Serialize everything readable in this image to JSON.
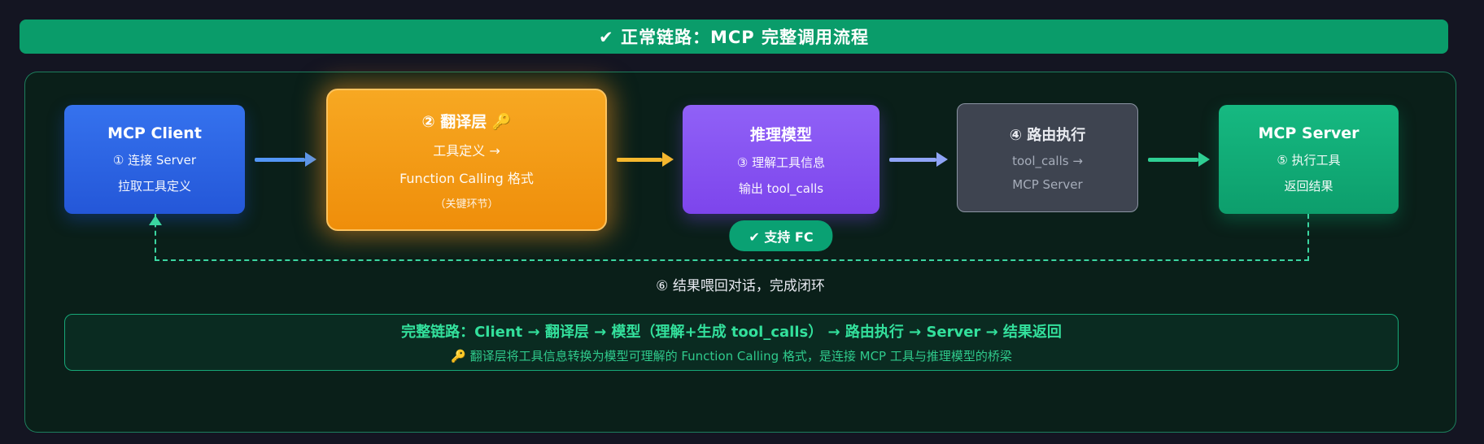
{
  "header": {
    "title": "✔ 正常链路：MCP 完整调用流程"
  },
  "flow": {
    "nodes": [
      {
        "id": "mcp-client",
        "title": "MCP Client",
        "lines": [
          "① 连接 Server",
          "拉取工具定义"
        ],
        "color": "#2d63e4"
      },
      {
        "id": "translation-layer",
        "title": "② 翻译层 🔑",
        "lines": [
          "工具定义 →",
          "Function Calling 格式"
        ],
        "note": "（关键环节）",
        "color": "#f29a16"
      },
      {
        "id": "inference-model",
        "title": "推理模型",
        "lines": [
          "③ 理解工具信息",
          "输出 tool_calls"
        ],
        "color": "#8653f1"
      },
      {
        "id": "routing-execution",
        "title": "④ 路由执行",
        "lines": [
          "tool_calls →",
          "MCP Server"
        ],
        "color": "#3e4450"
      },
      {
        "id": "mcp-server",
        "title": "MCP Server",
        "lines": [
          "⑤ 执行工具",
          "返回结果"
        ],
        "color": "#11ab76"
      }
    ],
    "arrows": [
      {
        "from": "mcp-client",
        "to": "translation-layer",
        "color": "#5396f5"
      },
      {
        "from": "translation-layer",
        "to": "inference-model",
        "color": "#f5b82e"
      },
      {
        "from": "inference-model",
        "to": "routing-execution",
        "color": "#8fa4f6"
      },
      {
        "from": "routing-execution",
        "to": "mcp-server",
        "color": "#2fcf94"
      }
    ],
    "fc_badge": "✔ 支持 FC",
    "feedback": {
      "label": "⑥ 结果喂回对话，完成闭环",
      "color": "#3bd6a1"
    }
  },
  "summary": {
    "line1": "完整链路：Client → 翻译层 → 模型（理解+生成 tool_calls） → 路由执行 → Server → 结果返回",
    "line2": "🔑 翻译层将工具信息转换为模型可理解的 Function Calling 格式，是连接 MCP 工具与推理模型的桥梁"
  }
}
